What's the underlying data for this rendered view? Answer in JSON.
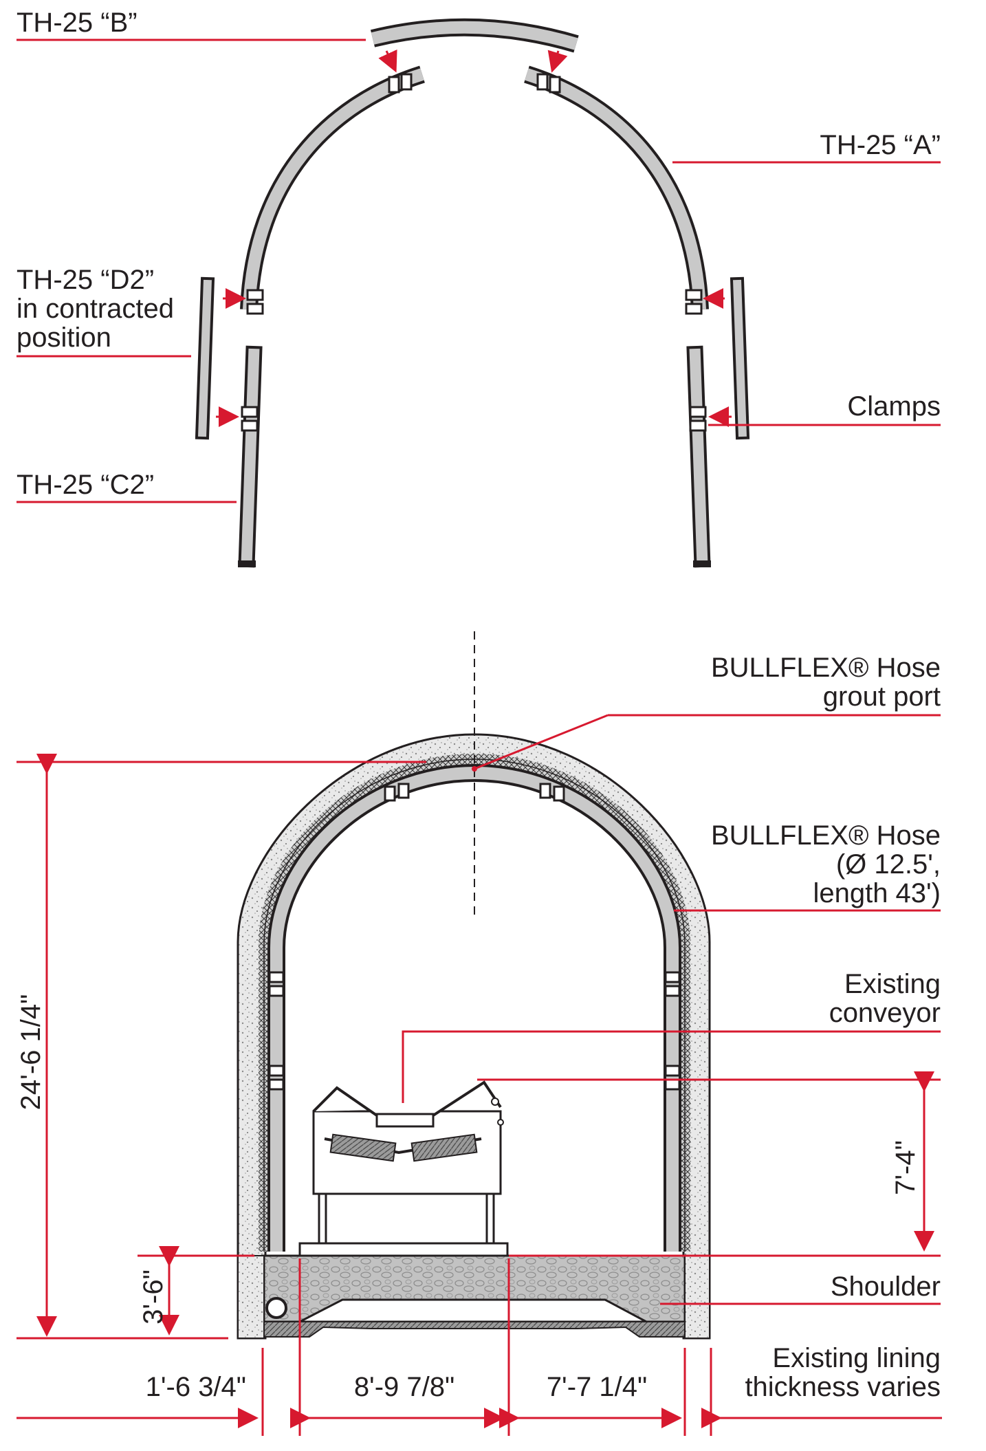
{
  "labels": {
    "th25_b": "TH-25 “B”",
    "th25_a": "TH-25 “A”",
    "th25_d2_line1": "TH-25 “D2”",
    "th25_d2_line2": "in contracted",
    "th25_d2_line3": "position",
    "clamps": "Clamps",
    "th25_c2": "TH-25 “C2”",
    "grout_port_line1": "BULLFLEX® Hose",
    "grout_port_line2": "grout port",
    "hose_line1": "BULLFLEX® Hose",
    "hose_line2": "(Ø 12.5',",
    "hose_line3": "length 43')",
    "conveyor_line1": "Existing",
    "conveyor_line2": "conveyor",
    "shoulder": "Shoulder",
    "lining_line1": "Existing lining",
    "lining_line2": "thickness varies"
  },
  "dimensions": {
    "total_height": "24'-6 1/4\"",
    "conveyor_height": "7'-4\"",
    "shoulder_height": "3'-6\"",
    "left_width": "1'-6 3/4\"",
    "center_width": "8'-9 7/8\"",
    "right_width": "7'-7 1/4\""
  },
  "colors": {
    "leader": "#d7192f",
    "steel": "#c9c9c9",
    "outline": "#231f20",
    "concrete": "#e6e6e6",
    "shoulder_fill": "#bdbdbd"
  }
}
